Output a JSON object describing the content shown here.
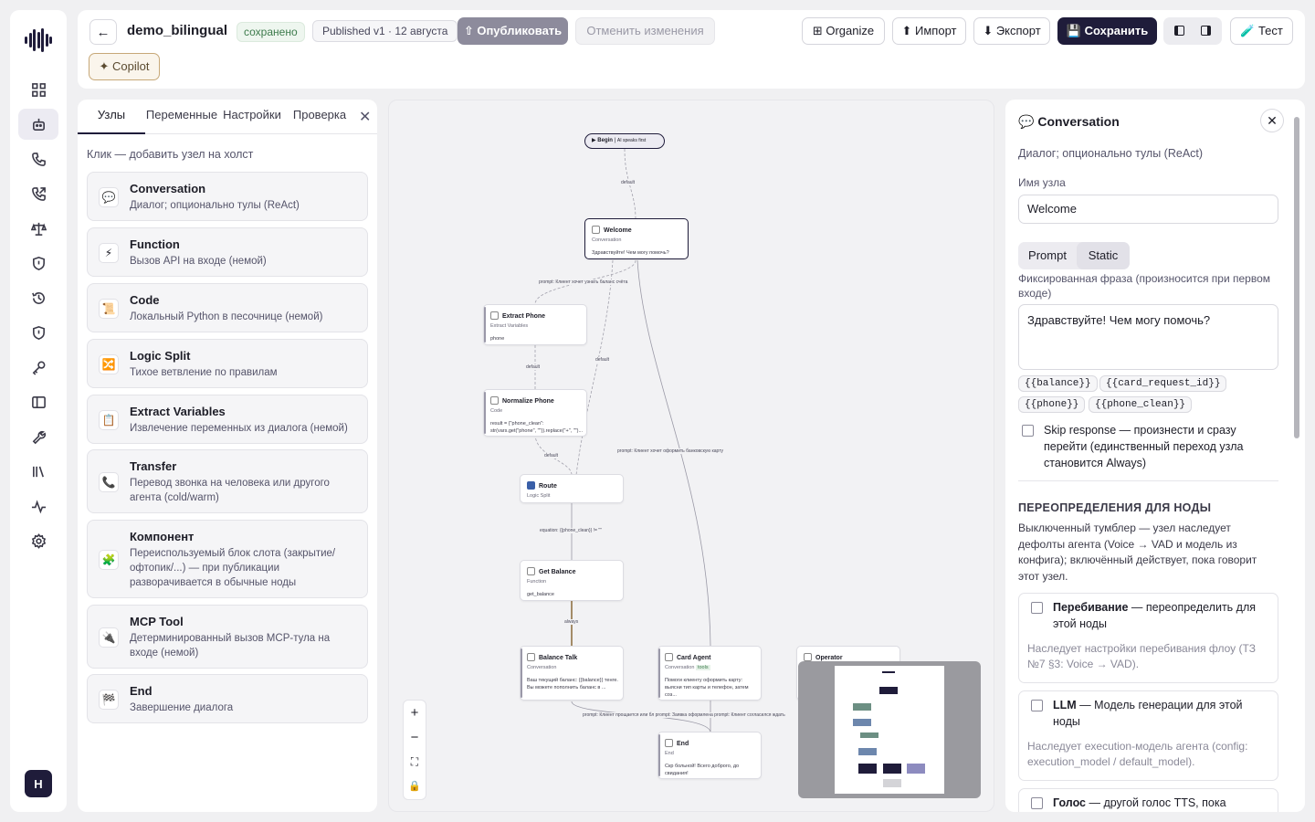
{
  "topbar": {
    "back_glyph": "←",
    "flow_name": "demo_bilingual",
    "saved_status": "сохранено",
    "published": "Published v1 · 12 августа",
    "publish_label": "⇧ Опубликовать",
    "discard_label": "Отменить изменения",
    "organize_label": "⊞ Organize",
    "import_label": "⬆ Импорт",
    "export_label": "⬇ Экспорт",
    "save_label": "💾 Сохранить",
    "test_label": "🧪 Тест",
    "copilot_label": "✦ Copilot"
  },
  "rail": {
    "avatar_letter": "H",
    "items": [
      "dashboard-icon",
      "bot-icon",
      "phone-icon",
      "phone-outgoing-icon",
      "scale-icon",
      "shield-icon",
      "history-icon",
      "shield-alt-icon",
      "key-icon",
      "panel-icon",
      "wrench-icon",
      "library-icon",
      "activity-icon",
      "settings-icon"
    ],
    "active_item": "bot-icon"
  },
  "left_panel": {
    "tabs": [
      "Узлы",
      "Переменные",
      "Настройки",
      "Проверка"
    ],
    "active_tab": "Узлы",
    "close_glyph": "✕",
    "hint": "Клик — добавить узел на холст",
    "nodes": [
      {
        "icon": "chat-icon",
        "glyph": "💬",
        "name": "Conversation",
        "desc": "Диалог; опционально тулы (ReAct)"
      },
      {
        "icon": "bolt-icon",
        "glyph": "⚡",
        "name": "Function",
        "desc": "Вызов API на входе (немой)"
      },
      {
        "icon": "scroll-icon",
        "glyph": "📜",
        "name": "Code",
        "desc": "Локальный Python в песочнице (немой)"
      },
      {
        "icon": "shuffle-icon",
        "glyph": "🔀",
        "name": "Logic Split",
        "desc": "Тихое ветвление по правилам"
      },
      {
        "icon": "clipboard-icon",
        "glyph": "📋",
        "name": "Extract Variables",
        "desc": "Извлечение переменных из диалога (немой)"
      },
      {
        "icon": "phone-icon",
        "glyph": "📞",
        "name": "Transfer",
        "desc": "Перевод звонка на человека или другого агента (cold/warm)"
      },
      {
        "icon": "puzzle-icon",
        "glyph": "🧩",
        "name": "Компонент",
        "desc": "Переиспользуемый блок слота (закрытие/офтопик/...) — при публикации разворачивается в обычные ноды"
      },
      {
        "icon": "plug-icon",
        "glyph": "🔌",
        "name": "MCP Tool",
        "desc": "Детерминированный вызов MCP-тула на входе (немой)"
      },
      {
        "icon": "flag-icon",
        "glyph": "🏁",
        "name": "End",
        "desc": "Завершение диалога"
      }
    ]
  },
  "canvas": {
    "begin": {
      "label": "Begin",
      "sub": "AI speaks first"
    },
    "nodes": [
      {
        "id": "welcome",
        "title": "Welcome",
        "type": "Conversation",
        "desc": "Здравствуйте! Чем могу помочь?"
      },
      {
        "id": "extract",
        "title": "Extract Phone",
        "type": "Extract Variables",
        "desc": "phone"
      },
      {
        "id": "normalize",
        "title": "Normalize Phone",
        "type": "Code",
        "desc": "result = {\"phone_clean\": str(vars.get(\"phone\", \"\")).replace(\"+\", \"\")..."
      },
      {
        "id": "route",
        "title": "Route",
        "type": "Logic Split",
        "desc": ""
      },
      {
        "id": "balance",
        "title": "Get Balance",
        "type": "Function",
        "desc": "get_balance"
      },
      {
        "id": "btalk",
        "title": "Balance Talk",
        "type": "Conversation",
        "desc": "Ваш текущий баланс: {{balance}} тенге. Вы можете пополнить баланс в ..."
      },
      {
        "id": "card",
        "title": "Card Agent",
        "type": "Conversation",
        "badge": "tools",
        "desc": "Помоги клиенту оформить карту: выясни тип карты и телефон, затем соз..."
      },
      {
        "id": "operator",
        "title": "Operator",
        "type": "",
        "desc": ""
      },
      {
        "id": "end",
        "title": "End",
        "type": "End",
        "desc": "Скр больной! Всего доброго, до свидания!"
      }
    ],
    "edge_labels": {
      "default1": "default",
      "prompt_balance": "prompt: Клиент хочет узнать баланс счёта",
      "default2": "default",
      "default3": "default",
      "default4": "default",
      "prompt_card": "prompt: Клиент хочет оформить банковскую карту",
      "equation": "equation: {{phone_clean}} != \"\"",
      "always": "always",
      "bottom": "prompt: Клиент прощается или бл prompt: Заявка оформлена prompt: Клиент согласился ждать"
    },
    "zoom_controls": [
      "+",
      "−",
      "⛶",
      "🔒"
    ]
  },
  "right_panel": {
    "title": "Conversation",
    "close_glyph": "✕",
    "subtitle": "Диалог; опционально тулы (ReAct)",
    "node_name_label": "Имя узла",
    "node_name_value": "Welcome",
    "seg_prompt": "Prompt",
    "seg_static": "Static",
    "static_label": "Фиксированная фраза (произносится при первом входе)",
    "static_value": "Здравствуйте! Чем могу помочь?",
    "vars": [
      "{{balance}}",
      "{{card_request_id}}",
      "{{phone}}",
      "{{phone_clean}}"
    ],
    "skip_text": "Skip response — произнести и сразу перейти (единственный переход узла становится Always)",
    "overrides_title": "ПЕРЕОПРЕДЕЛЕНИЯ ДЛЯ НОДЫ",
    "overrides_desc": "Выключенный тумблер — узел наследует дефолты агента (Voice → VAD и модель из конфига); включённый действует, пока говорит этот узел.",
    "ovr": [
      {
        "name": "Перебивание",
        "rest": " — переопределить для этой ноды",
        "note": "Наследует настройки перебивания флоу (ТЗ №7 §3: Voice → VAD)."
      },
      {
        "name": "LLM",
        "rest": " — Модель генерации для этой ноды",
        "note": "Наследует execution-модель агента (config: execution_model / default_model)."
      },
      {
        "name": "Голос",
        "rest": " — другой голос TTS, пока",
        "note": ""
      }
    ]
  },
  "colors": {
    "accent_dark": "#1f1c3a",
    "publish_disabled": "#8d8b9c",
    "saved_green": "#3d7b4c"
  }
}
